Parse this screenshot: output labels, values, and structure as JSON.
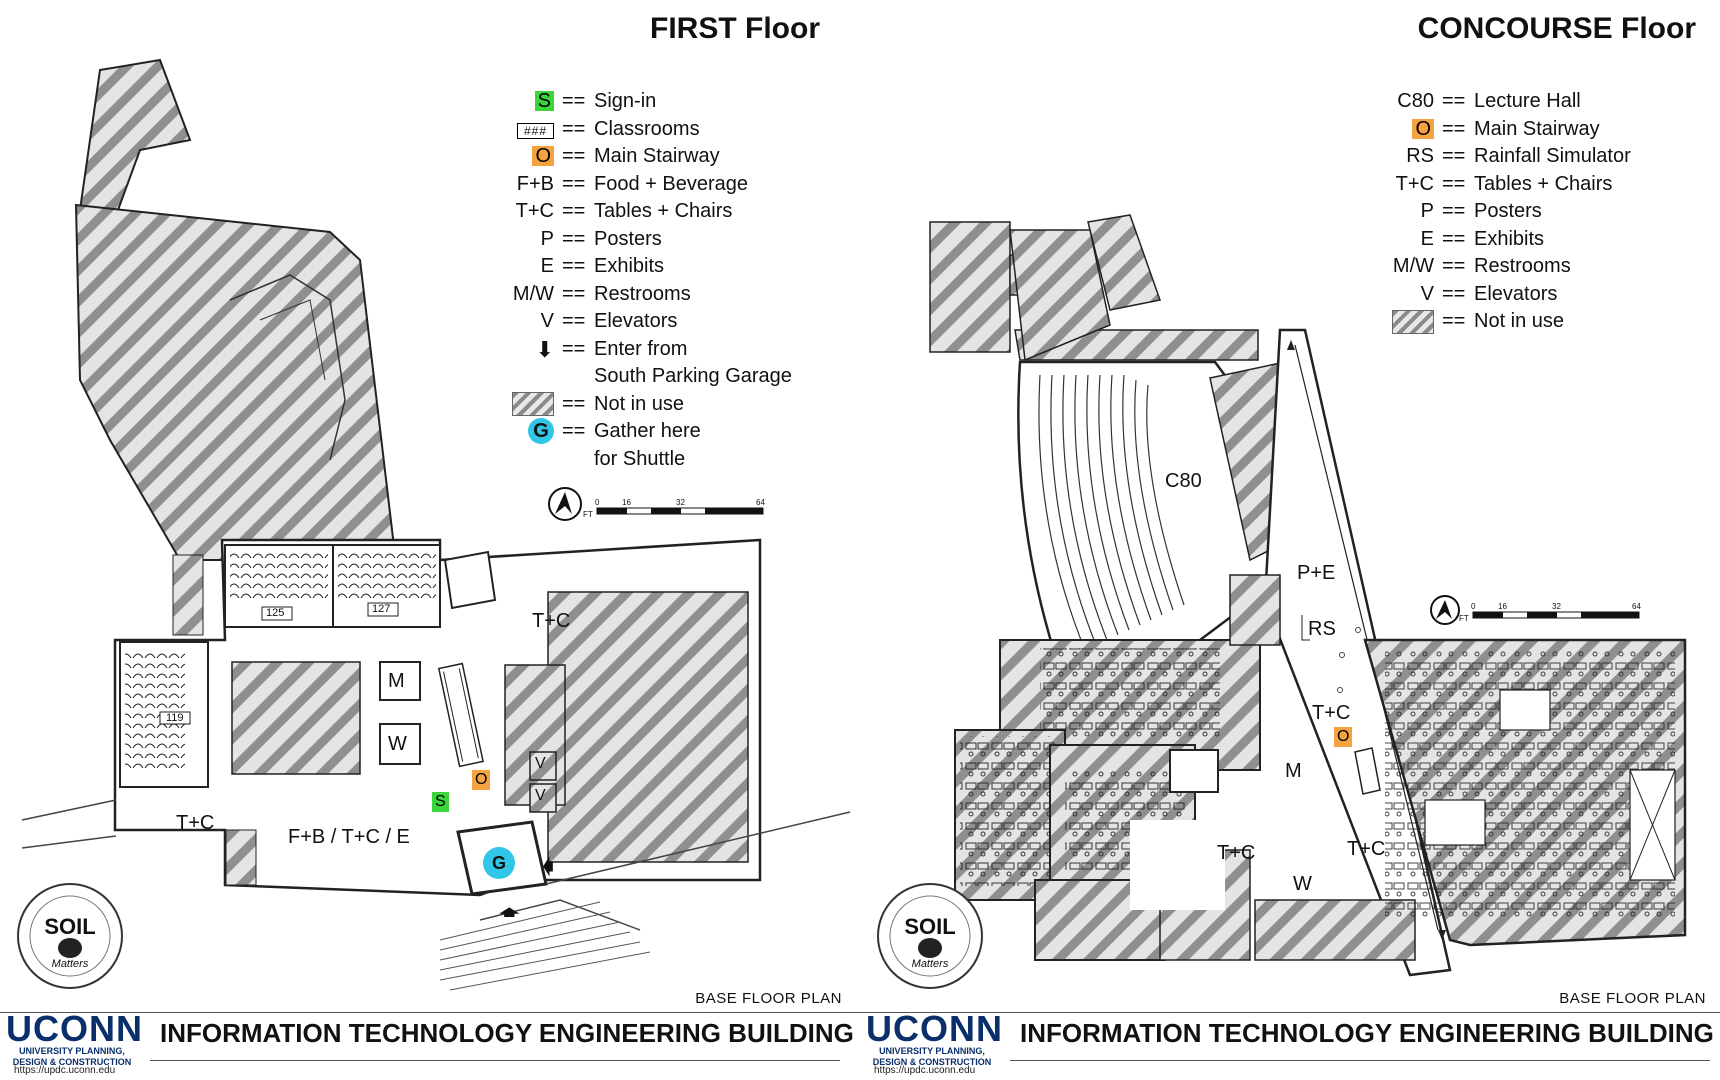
{
  "left": {
    "title": "FIRST Floor",
    "legend": [
      {
        "key": "S",
        "key_type": "green-chip",
        "desc": "Sign-in"
      },
      {
        "key": "###",
        "key_type": "classroom-box",
        "desc": "Classrooms"
      },
      {
        "key": "O",
        "key_type": "orange-chip",
        "desc": "Main Stairway"
      },
      {
        "key": "F+B",
        "key_type": "text",
        "desc": "Food + Beverage"
      },
      {
        "key": "T+C",
        "key_type": "text",
        "desc": "Tables + Chairs"
      },
      {
        "key": "P",
        "key_type": "text",
        "desc": "Posters"
      },
      {
        "key": "E",
        "key_type": "text",
        "desc": "Exhibits"
      },
      {
        "key": "M/W",
        "key_type": "text",
        "desc": "Restrooms"
      },
      {
        "key": "V",
        "key_type": "text",
        "desc": "Elevators"
      },
      {
        "key": "",
        "key_type": "down-arrow",
        "desc": "Enter from",
        "desc2": "South Parking Garage"
      },
      {
        "key": "",
        "key_type": "hatch",
        "desc": "Not in use"
      },
      {
        "key": "G",
        "key_type": "cyan-circle",
        "desc": "Gather here",
        "desc2": "for Shuttle"
      }
    ],
    "equals": "==",
    "rooms": {
      "r125": "125",
      "r127": "127",
      "r119": "119",
      "tc_top": "T+C",
      "tc_left": "T+C",
      "fb": "F+B / T+C / E",
      "m": "M",
      "w": "W",
      "v1": "V",
      "v2": "V",
      "stair": "O",
      "signin": "S",
      "gather": "G"
    },
    "scale": {
      "ft": "FT",
      "ticks": [
        "0",
        "16",
        "32",
        "64"
      ]
    },
    "base_floor": "BASE FLOOR PLAN",
    "building": "INFORMATION TECHNOLOGY ENGINEERING BUILDING",
    "brand": {
      "logo": "UCONN",
      "sub1": "UNIVERSITY PLANNING,",
      "sub2": "DESIGN & CONSTRUCTION",
      "url": "https://updc.uconn.edu"
    },
    "seal": {
      "center": "SOIL",
      "sub": "Matters"
    }
  },
  "right": {
    "title": "CONCOURSE Floor",
    "legend": [
      {
        "key": "C80",
        "key_type": "text",
        "desc": "Lecture Hall"
      },
      {
        "key": "O",
        "key_type": "orange-chip",
        "desc": "Main Stairway"
      },
      {
        "key": "RS",
        "key_type": "text",
        "desc": "Rainfall Simulator"
      },
      {
        "key": "T+C",
        "key_type": "text",
        "desc": "Tables + Chairs"
      },
      {
        "key": "P",
        "key_type": "text",
        "desc": "Posters"
      },
      {
        "key": "E",
        "key_type": "text",
        "desc": "Exhibits"
      },
      {
        "key": "M/W",
        "key_type": "text",
        "desc": "Restrooms"
      },
      {
        "key": "V",
        "key_type": "text",
        "desc": "Elevators"
      },
      {
        "key": "",
        "key_type": "hatch",
        "desc": "Not in use"
      }
    ],
    "equals": "==",
    "rooms": {
      "c80": "C80",
      "pe": "P+E",
      "rs": "RS",
      "tc1": "T+C",
      "tc2": "T+C",
      "tc3": "T+C",
      "m": "M",
      "w": "W",
      "stair": "O"
    },
    "scale": {
      "ft": "FT",
      "ticks": [
        "0",
        "16",
        "32",
        "64"
      ]
    },
    "base_floor": "BASE FLOOR PLAN",
    "building": "INFORMATION TECHNOLOGY ENGINEERING BUILDING",
    "brand": {
      "logo": "UCONN",
      "sub1": "UNIVERSITY PLANNING,",
      "sub2": "DESIGN & CONSTRUCTION",
      "url": "https://updc.uconn.edu"
    },
    "seal": {
      "center": "SOIL",
      "sub": "Matters"
    }
  },
  "colors": {
    "signin": "#3bd43b",
    "stair": "#f4a340",
    "gather": "#2fc6e8",
    "hatch": "#8a8a8a",
    "brand": "#0b2f6b"
  }
}
